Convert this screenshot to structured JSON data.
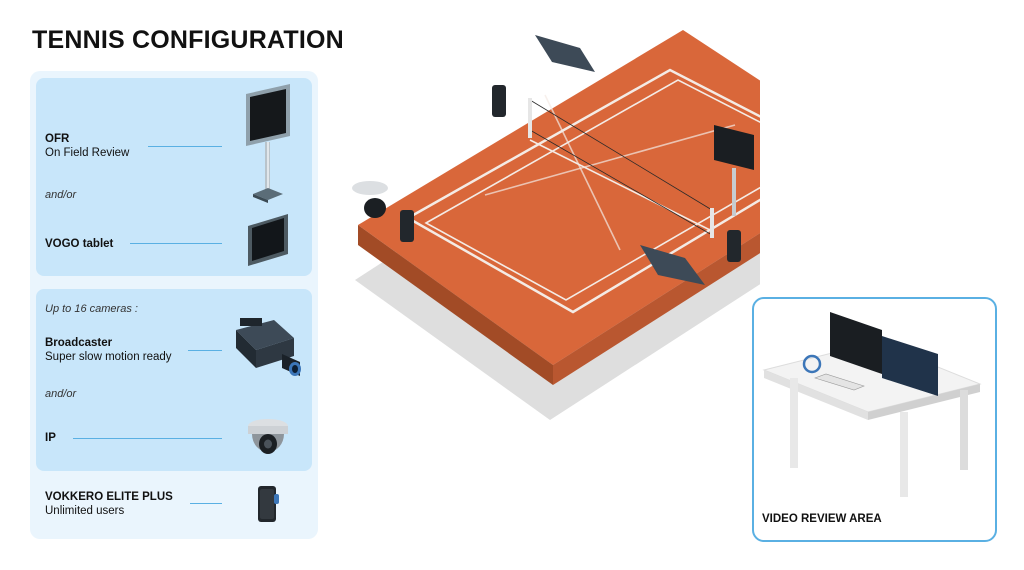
{
  "title": "TENNIS CONFIGURATION",
  "legend": {
    "ofr": {
      "name": "OFR",
      "desc": "On Field Review",
      "icon": "monitor-on-stand-icon"
    },
    "andor_1": "and/or",
    "vogo": {
      "name": "VOGO tablet",
      "icon": "tablet-icon"
    },
    "cameras_intro": "Up to 16 cameras :",
    "broadcaster": {
      "name": "Broadcaster",
      "desc": "Super slow motion ready",
      "icon": "broadcast-camera-icon"
    },
    "andor_2": "and/or",
    "ip": {
      "name": "IP",
      "icon": "dome-camera-icon"
    },
    "vokkero": {
      "name": "VOKKERO ELITE PLUS",
      "desc": "Unlimited users",
      "icon": "radio-device-icon"
    }
  },
  "review_area": {
    "label": "VIDEO REVIEW AREA",
    "icon": "review-desk-icon"
  },
  "scene": {
    "icon": "clay-tennis-court-icon"
  },
  "colors": {
    "accent": "#5ab0e3",
    "panel": "#c8e6fa",
    "panel_bg": "#eaf5fd",
    "clay": "#d9673a",
    "clay_side": "#a24b26"
  }
}
